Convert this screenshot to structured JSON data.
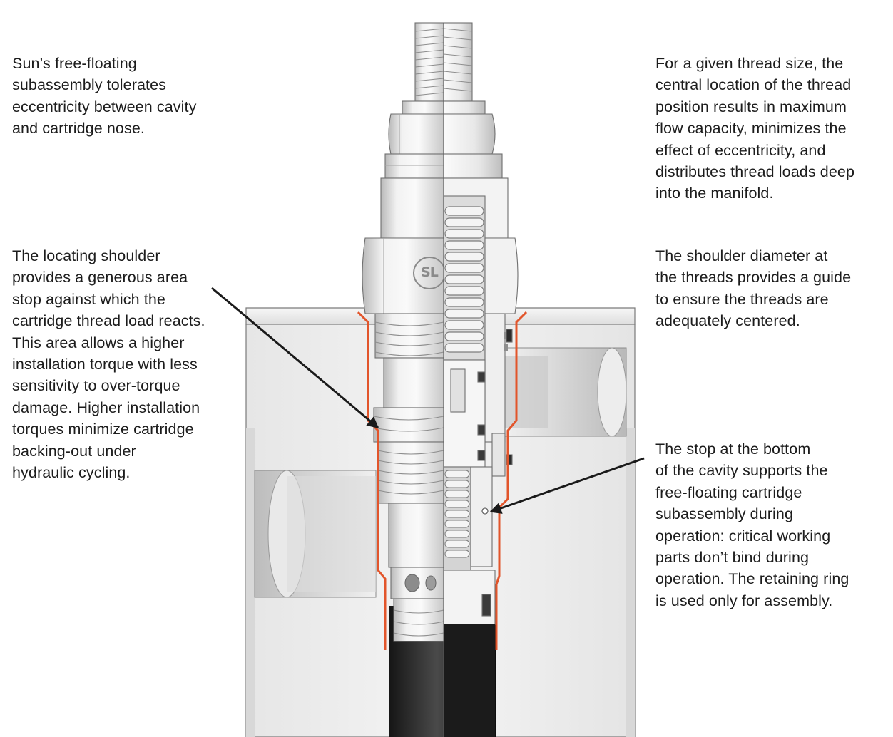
{
  "callouts": {
    "free_floating": "Sun’s free-floating\nsubassembly tolerates\neccentricity between cavity\nand cartridge nose.",
    "locating_shoulder": "The locating shoulder\nprovides a generous area\nstop against which the\ncartridge thread load reacts.\nThis area allows a higher\ninstallation torque with less\nsensitivity to over-torque\ndamage. Higher installation\ntorques minimize cartridge\nbacking-out under\nhydraulic cycling.",
    "thread_position": "For a given thread size, the\ncentral location of the thread\nposition results in maximum\nflow capacity, minimizes the\neffect of eccentricity, and\ndistributes thread loads deep\ninto the manifold.",
    "shoulder_diameter": "The shoulder diameter at\nthe threads provides a guide\nto ensure the threads are\nadequately centered.",
    "bottom_stop": "The stop at the bottom\nof the cavity supports the\nfree-floating cartridge\nsubassembly during\noperation: critical working\nparts don’t bind during\noperation. The retaining ring\nis used only for assembly."
  },
  "logo_mark": "SL",
  "colors": {
    "cavity_outline": "#e2552b",
    "arrow": "#1a1a1a",
    "text": "#1c1c1c",
    "metal_light": "#f1f1f1",
    "metal_mid": "#d6d6d6",
    "metal_dark": "#2e2e2e",
    "manifold": "#ececec"
  }
}
